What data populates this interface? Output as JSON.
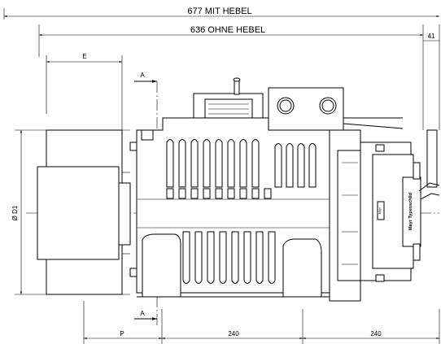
{
  "dimensions": {
    "overall_with_lever": "677 MIT HEBEL",
    "overall_without_lever": "636 OHNE HEBEL",
    "right_offset": "41",
    "flange_width_label": "E",
    "diameter_label": "Ø D1",
    "section_marker_top": "A",
    "section_marker_bottom": "A",
    "bottom_left_label": "P",
    "bottom_mid_spacing": "240",
    "bottom_right_spacing": "240"
  },
  "nameplate": {
    "text_main": "Mayr Typenschild",
    "text_small": "Mayr"
  }
}
